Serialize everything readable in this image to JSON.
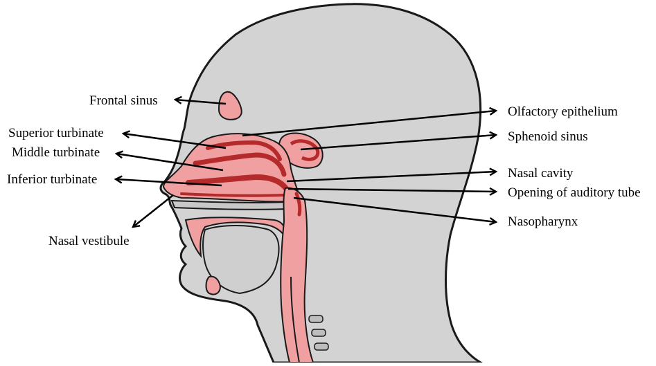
{
  "labels": {
    "frontal_sinus": "Frontal sinus",
    "superior_turbinate": "Superior turbinate",
    "middle_turbinate": "Middle turbinate",
    "inferior_turbinate": "Inferior turbinate",
    "nasal_vestibule": "Nasal vestibule",
    "olfactory_epithelium": "Olfactory epithelium",
    "sphenoid_sinus": "Sphenoid sinus",
    "nasal_cavity": "Nasal cavity",
    "opening_of_auditory_tube": "Opening of auditory tube",
    "nasopharynx": "Nasopharynx"
  },
  "colors": {
    "head_fill": "#d3d3d3",
    "outline": "#1a1a1a",
    "airway_fill": "#f0a0a0",
    "mucosa": "#b52a2a",
    "arrow": "#000000"
  }
}
